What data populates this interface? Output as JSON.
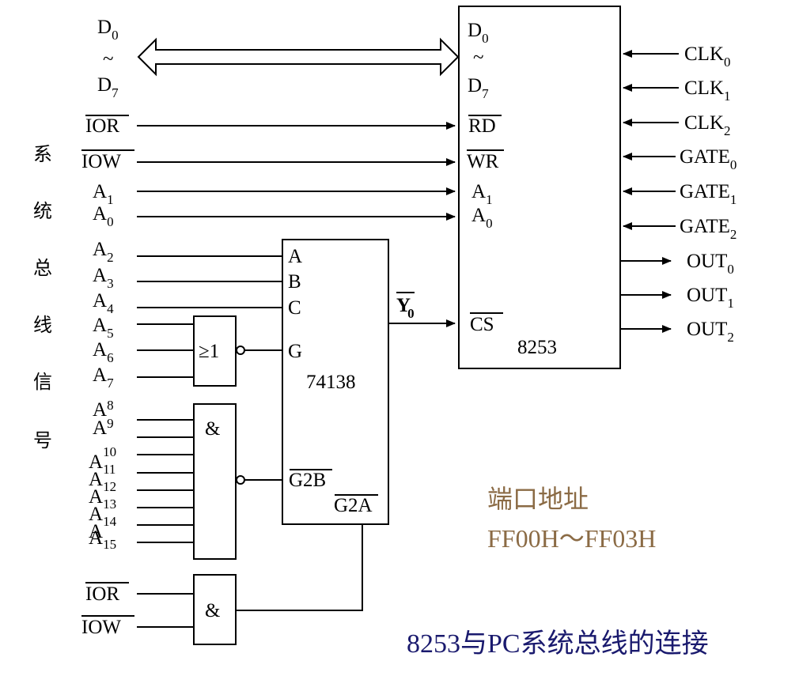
{
  "bus_label": {
    "side_chars": [
      "系",
      "统",
      "总",
      "线",
      "信",
      "号"
    ]
  },
  "bus_signals": {
    "d0": {
      "base": "D",
      "sub": "0"
    },
    "tilde": "~",
    "d7": {
      "base": "D",
      "sub": "7"
    },
    "ior": "IOR",
    "iow": "IOW",
    "a1": {
      "base": "A",
      "sub": "1"
    },
    "a0": {
      "base": "A",
      "sub": "0"
    },
    "a2": {
      "base": "A",
      "sub": "2"
    },
    "a3": {
      "base": "A",
      "sub": "3"
    },
    "a4": {
      "base": "A",
      "sub": "4"
    },
    "a5": {
      "base": "A",
      "sub": "5"
    },
    "a6": {
      "base": "A",
      "sub": "6"
    },
    "a7": {
      "base": "A",
      "sub": "7"
    },
    "a8": {
      "base": "A",
      "sub": "8"
    },
    "a9": {
      "base": "A",
      "sub": "9"
    },
    "a10": {
      "base": "A",
      "sub": "10"
    },
    "a11": {
      "base": "A",
      "sub": "11"
    },
    "a12": {
      "base": "A",
      "sub": "12"
    },
    "a13": {
      "base": "A",
      "sub": "13"
    },
    "a14": {
      "base": "A",
      "sub": "14"
    },
    "a15": {
      "base": "A",
      "sub": "15"
    },
    "ior2": "IOR",
    "iow2": "IOW"
  },
  "gates": {
    "or_symbol": "≥1",
    "and_symbol": "&"
  },
  "decoder": {
    "name": "74138",
    "pin_a": "A",
    "pin_b": "B",
    "pin_c": "C",
    "pin_g": "G",
    "pin_g2b": "G2B",
    "pin_g2a": "G2A",
    "out_y0": {
      "base": "Y",
      "sub": "0"
    }
  },
  "chip_8253": {
    "name": "8253",
    "d0": {
      "base": "D",
      "sub": "0"
    },
    "tilde": "~",
    "d7": {
      "base": "D",
      "sub": "7"
    },
    "rd": "RD",
    "wr": "WR",
    "a1": {
      "base": "A",
      "sub": "1"
    },
    "a0": {
      "base": "A",
      "sub": "0"
    },
    "cs": "CS",
    "clk0": {
      "base": "CLK",
      "sub": "0"
    },
    "clk1": {
      "base": "CLK",
      "sub": "1"
    },
    "clk2": {
      "base": "CLK",
      "sub": "2"
    },
    "gate0": {
      "base": "GATE",
      "sub": "0"
    },
    "gate1": {
      "base": "GATE",
      "sub": "1"
    },
    "gate2": {
      "base": "GATE",
      "sub": "2"
    },
    "out0": {
      "base": "OUT",
      "sub": "0"
    },
    "out1": {
      "base": "OUT",
      "sub": "1"
    },
    "out2": {
      "base": "OUT",
      "sub": "2"
    }
  },
  "note": {
    "line1": "端口地址",
    "line2": "FF00H～FF03H"
  },
  "caption": "8253与PC系统总线的连接",
  "colors": {
    "note": "#8B6B45",
    "caption": "#1a1a6e",
    "line": "#000000"
  }
}
